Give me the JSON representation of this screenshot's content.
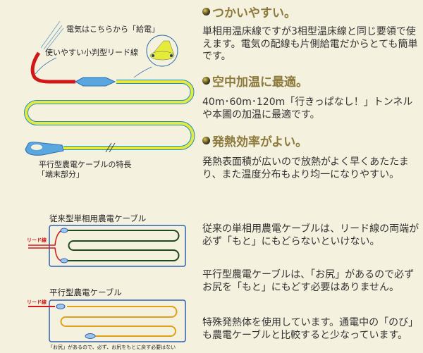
{
  "illustration": {
    "label_power": "電気はこちらから「給電」",
    "label_lead": "使いやすい小判型リード線",
    "label_feature": "平行型農電ケーブルの特長",
    "label_terminal": "「端末部分」"
  },
  "features": [
    {
      "heading": "つかいやすい。",
      "body": "単相用温床線ですが3相型温床線と同じ要領で使えます。電気の配線も片側給電だからとても簡単です。"
    },
    {
      "heading": "空中加温に最適。",
      "body": "40m･60m･120m「行きっぱなし！」トンネルや本圃の加温に最適です。"
    },
    {
      "heading": "発熱効率がよい。",
      "body": "発熱表面積が広いので放熱がよく早くあたたまり、また温度分布もより均一になりやすい。"
    }
  ],
  "comparison": {
    "conventional_title": "従来型単相用農電ケーブル",
    "parallel_title": "平行型農電ケーブル",
    "lead_label": "リード線",
    "caption": "「お尻」があるので、必ず、お尻をもとに戻す必要はない"
  },
  "notes": [
    "従来の単相用農電ケーブルは、リード線の両端が必ず「もと」にもどらないといけない。",
    "平行型農電ケーブルは、「お尻」があるので必ずお尻を「もと」にもどす必要はありません。",
    "特殊発熱体を使用しています。通電中の「のび」も農電ケーブルと比較すると少なっています。"
  ]
}
